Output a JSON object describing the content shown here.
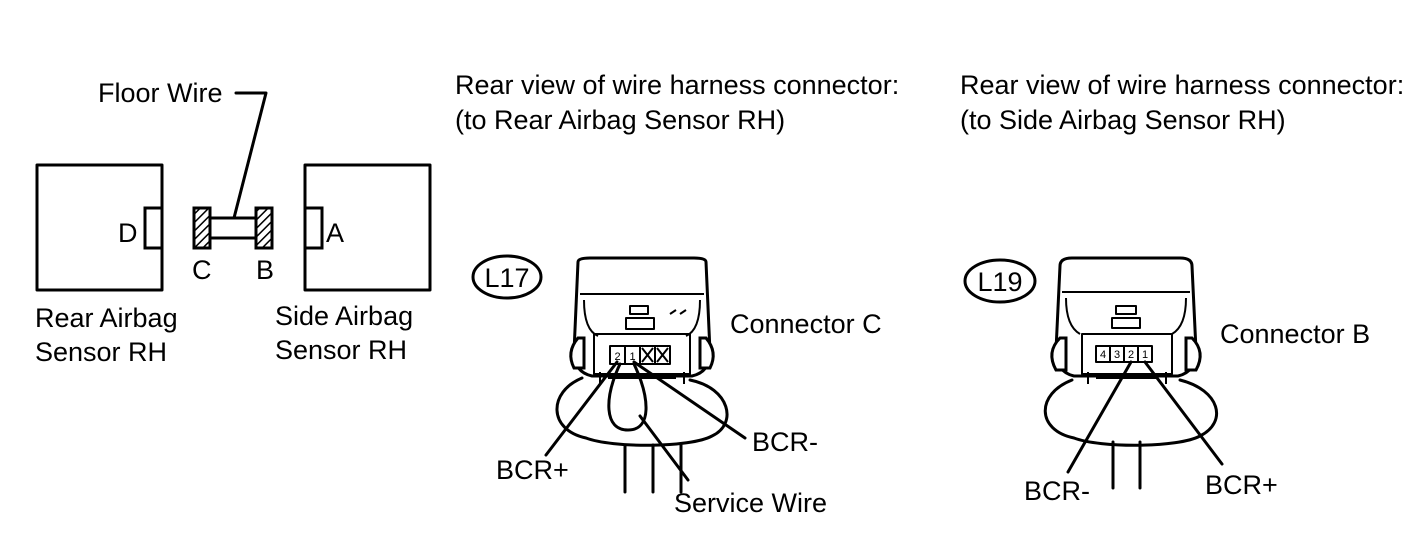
{
  "layout_diagram": {
    "floor_wire_label": "Floor Wire",
    "rear_sensor": {
      "name_line1": "Rear Airbag",
      "name_line2": "Sensor RH",
      "port": "D"
    },
    "side_sensor": {
      "name_line1": "Side Airbag",
      "name_line2": "Sensor RH",
      "port": "A"
    },
    "floor_wire_ends": {
      "left": "C",
      "right": "B"
    },
    "hatch_color": "#000000"
  },
  "connector_c": {
    "heading_line1": "Rear view of wire harness connector:",
    "heading_line2": "(to Rear Airbag Sensor RH)",
    "code": "L17",
    "title": "Connector C",
    "pins": [
      "2",
      "1"
    ],
    "labels": {
      "bcr_plus": "BCR+",
      "bcr_minus": "BCR-",
      "service_wire": "Service Wire"
    }
  },
  "connector_b": {
    "heading_line1": "Rear view of wire harness connector:",
    "heading_line2": "(to Side Airbag Sensor RH)",
    "code": "L19",
    "title": "Connector B",
    "pins": [
      "4",
      "3",
      "2",
      "1"
    ],
    "labels": {
      "bcr_minus": "BCR-",
      "bcr_plus": "BCR+"
    }
  }
}
